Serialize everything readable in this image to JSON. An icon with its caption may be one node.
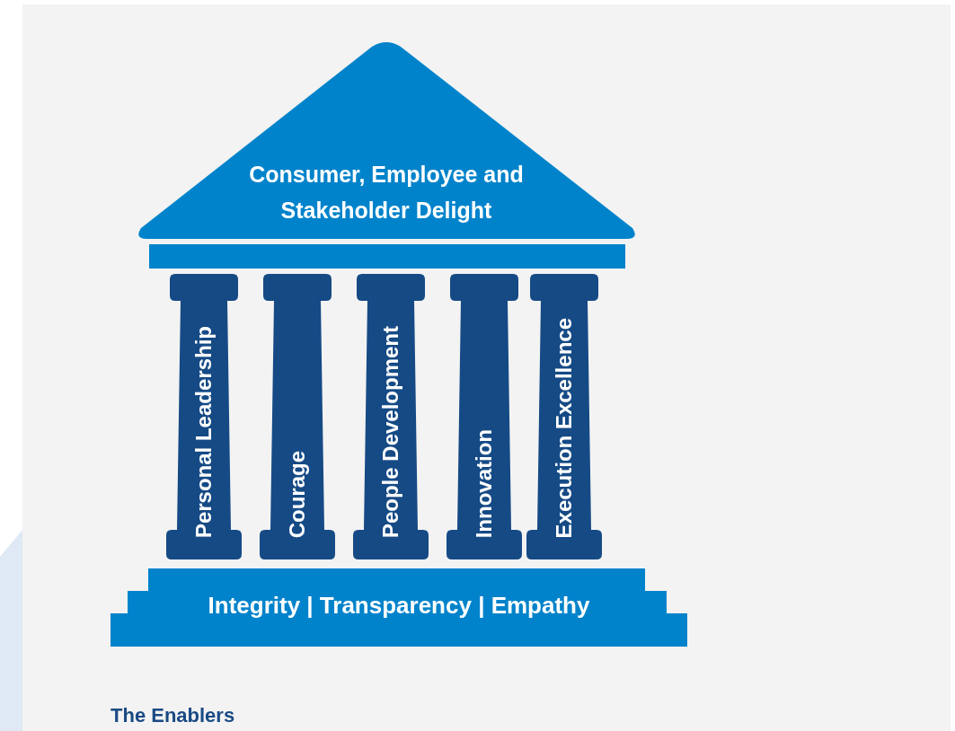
{
  "diagram": {
    "caption": "The Enablers",
    "nodes": [
      {
        "text": [
          "Consumer, Employee and Stakeholder Delight"
        ]
      },
      {
        "text": [],
        "shape": "bar"
      },
      {
        "text": [
          "Personal Leadership"
        ]
      },
      {
        "text": [
          "Courage"
        ]
      },
      {
        "text": [
          "People Development"
        ]
      },
      {
        "text": [
          "Innovation"
        ]
      },
      {
        "text": [
          "Execution Excellence"
        ]
      },
      {
        "text": [
          "Integrity | Transparency | Empathy"
        ]
      }
    ]
  }
}
